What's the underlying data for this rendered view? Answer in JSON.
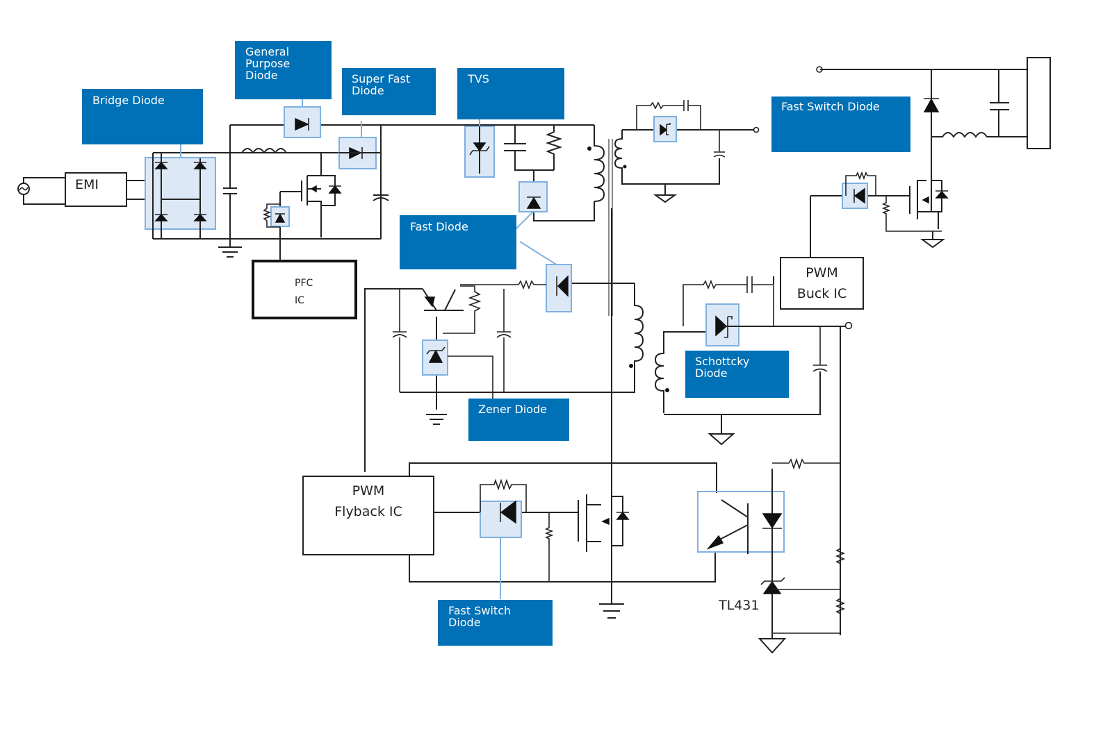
{
  "diagram": {
    "title": "",
    "colors": {
      "label_bg": "#0071b6",
      "label_text": "#ffffff",
      "highlight_fill": "#dce8f5",
      "highlight_stroke": "#7fb0e0",
      "wire": "#222222"
    },
    "callouts": {
      "bridge_diode": "Bridge Diode",
      "general_purpose_diode": [
        "General",
        "Purpose",
        "Diode"
      ],
      "super_fast_diode": [
        "Super Fast",
        "Diode"
      ],
      "tvs": "TVS",
      "fast_switch_diode_top": "Fast Switch Diode",
      "fast_diode": "Fast Diode",
      "zener_diode": "Zener Diode",
      "schottky_diode": [
        "Schottcky",
        "Diode"
      ],
      "fast_switch_diode_bottom": [
        "Fast Switch",
        "Diode"
      ]
    },
    "blocks": {
      "emi": "EMI",
      "pfc_ic": [
        "PFC",
        "IC"
      ],
      "pwm_buck_ic": [
        "PWM",
        "Buck IC"
      ],
      "pwm_flyback_ic": [
        "PWM",
        "Flyback IC"
      ],
      "tl431": "TL431"
    },
    "components": [
      "ac-source",
      "emi-filter",
      "bridge-rectifier",
      "pfc-inductor",
      "general-purpose-diode",
      "super-fast-diode",
      "pfc-mosfet",
      "pfc-ic",
      "bulk-capacitor",
      "tvs-diode",
      "rc-snubber",
      "fast-diode",
      "flyback-transformer",
      "schottky-diode-aux",
      "fast-diode-aux",
      "zener-diode",
      "npn-transistor",
      "schottky-diode-output",
      "pwm-buck-ic",
      "buck-mosfet",
      "fast-switch-diode-buck",
      "buck-inductor",
      "load",
      "pwm-flyback-ic",
      "fast-switch-diode-gate",
      "flyback-mosfet",
      "optocoupler",
      "tl431-shunt-regulator"
    ]
  }
}
